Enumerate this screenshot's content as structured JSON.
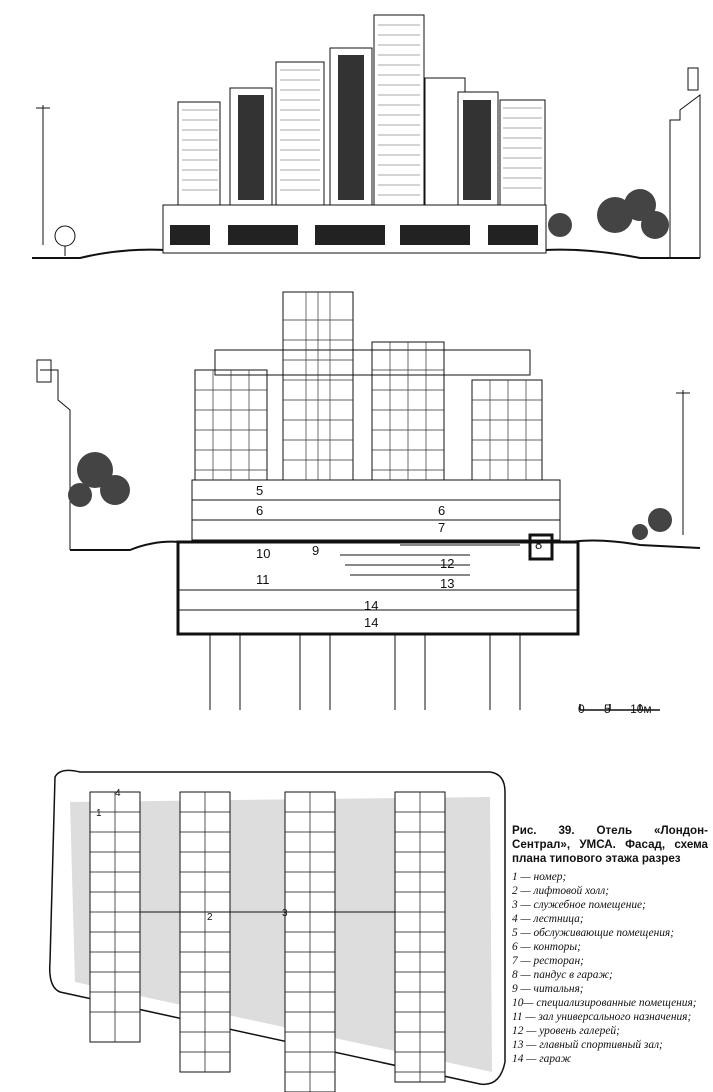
{
  "figure": {
    "title": "Рис. 39. Отель «Лондон-Сентрал», УМСА. Фасад, схема плана типового этажа разрез",
    "legend": [
      "1 — номер;",
      "2 — лифтовой холл;",
      "3 — служебное помещение;",
      "4 — лестница;",
      "5 — обслуживающие помещения;",
      "6 — конторы;",
      "7 — ресторан;",
      "8 — пандус в гараж;",
      "9 — читальня;",
      "10— специализированные помещения;",
      "11 — зал универсального назначения;",
      "12 — уровень галерей;",
      "13 — главный спортивный зал;",
      "14 — гараж"
    ]
  },
  "section_labels": [
    "5",
    "6",
    "6",
    "7",
    "8",
    "9",
    "10",
    "11",
    "12",
    "13",
    "14",
    "14"
  ],
  "plan_labels": [
    "1",
    "2",
    "3",
    "4"
  ],
  "scale_bar": {
    "ticks": [
      "0",
      "5",
      "10м"
    ]
  }
}
